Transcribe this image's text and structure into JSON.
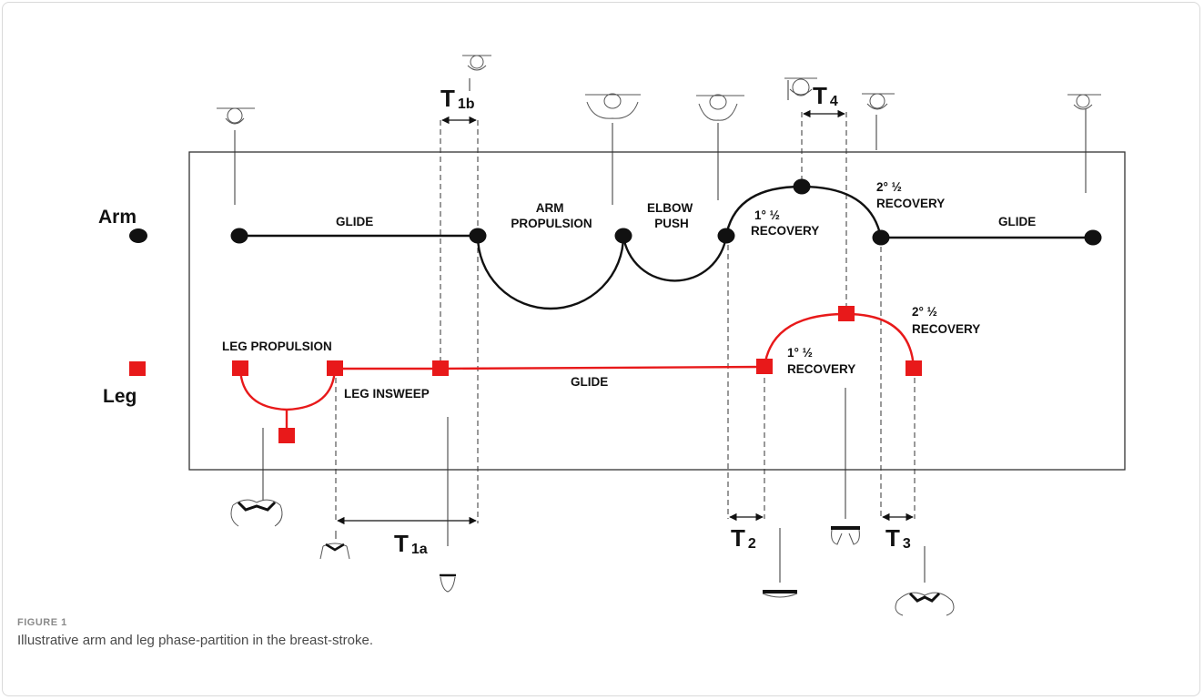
{
  "rows": {
    "arm": "Arm",
    "leg": "Leg"
  },
  "arm_phases": {
    "glide_left": "GLIDE",
    "arm_propulsion": [
      "ARM",
      "PROPULSION"
    ],
    "elbow_push": [
      "ELBOW",
      "PUSH"
    ],
    "recovery_first": [
      "1° ½",
      "RECOVERY"
    ],
    "recovery_second": [
      "2° ½",
      "RECOVERY"
    ],
    "glide_right": "GLIDE"
  },
  "leg_phases": {
    "leg_propulsion": "LEG PROPULSION",
    "leg_insweep": "LEG INSWEEP",
    "glide": "GLIDE",
    "recovery_first": [
      "1° ½",
      "RECOVERY"
    ],
    "recovery_second": [
      "2° ½",
      "RECOVERY"
    ]
  },
  "intervals": {
    "t1a": {
      "main": "T",
      "sub": "1a"
    },
    "t1b": {
      "main": "T",
      "sub": "1b"
    },
    "t2": {
      "main": "T",
      "sub": "2"
    },
    "t3": {
      "main": "T",
      "sub": "3"
    },
    "t4": {
      "main": "T",
      "sub": "4"
    }
  },
  "colors": {
    "arm": "#111111",
    "leg": "#e8191a",
    "guide": "#333333"
  },
  "caption": {
    "label": "FIGURE 1",
    "text": "Illustrative arm and leg phase-partition in the breast-stroke."
  }
}
